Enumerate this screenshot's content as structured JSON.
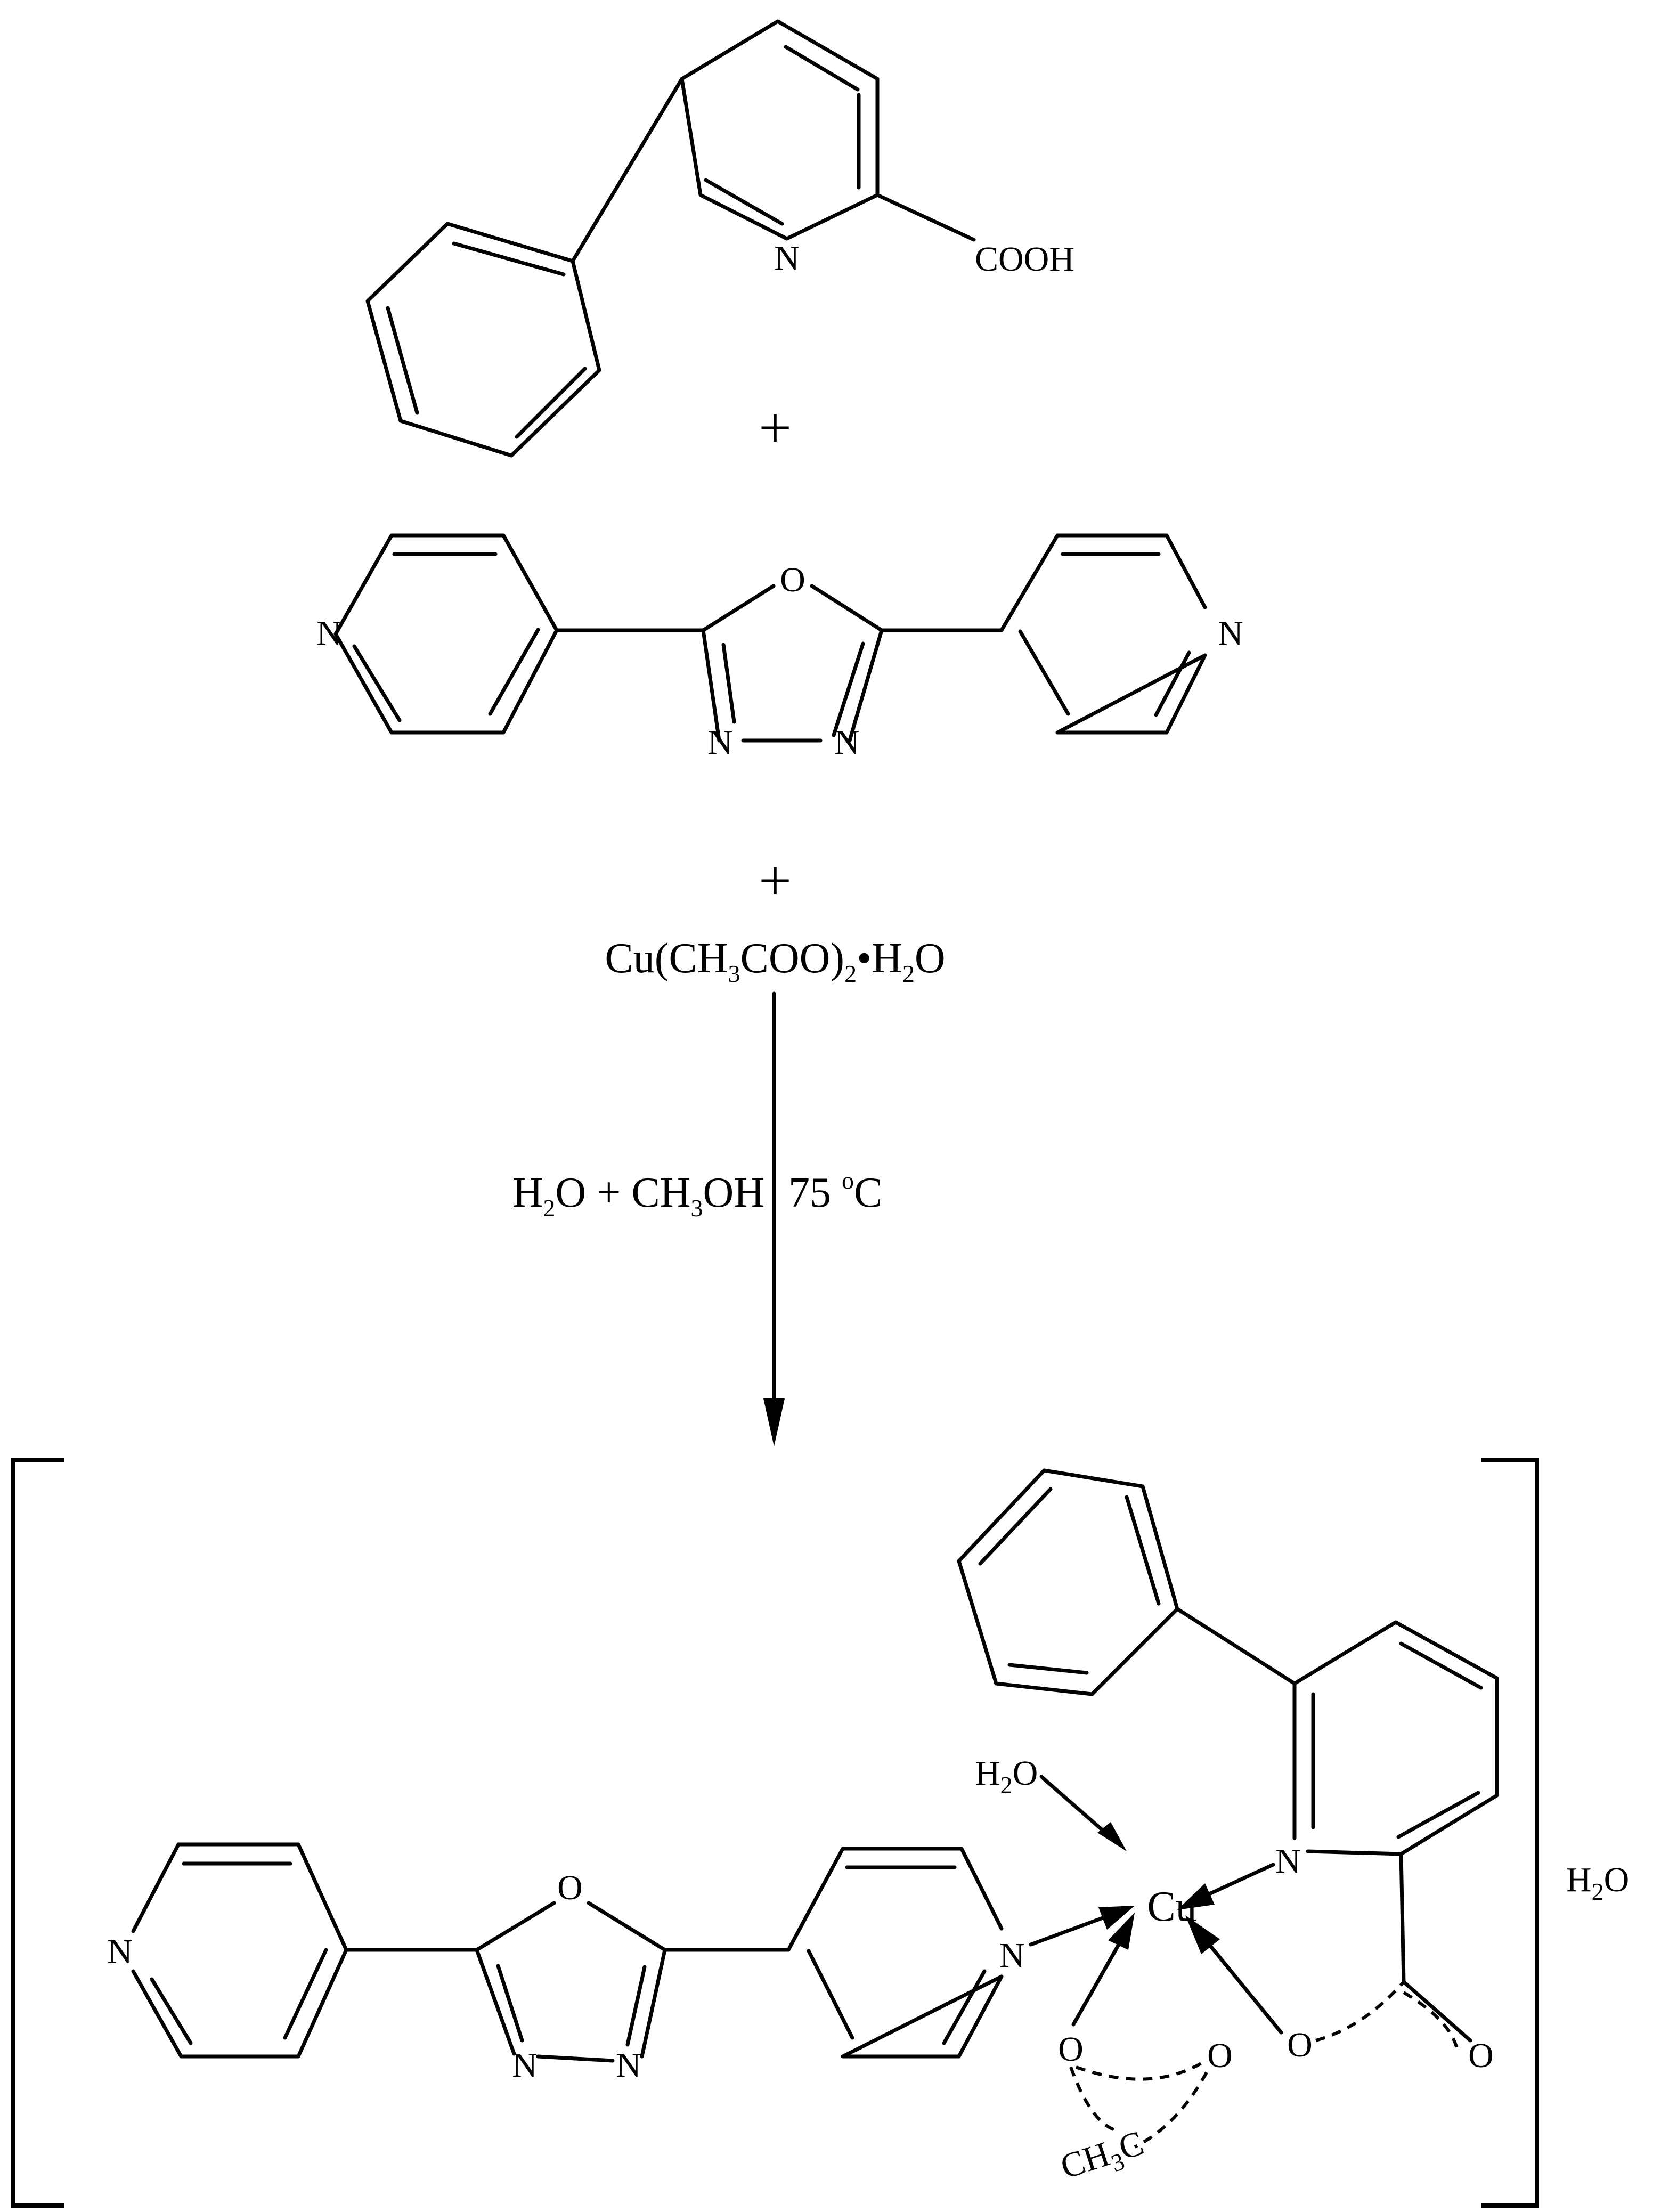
{
  "reactant1": {
    "substituent": "COOH",
    "ring_atom": "N"
  },
  "plus_sign": "+",
  "reactant2": {
    "ring_atom": "N",
    "oxygen": "O"
  },
  "reagent": {
    "pre": "Cu(CH",
    "sub1": "3",
    "mid": "COO)",
    "sub2": "2",
    "post": "•H",
    "sub3": "2",
    "end": "O"
  },
  "conditions": {
    "solvent_a": "H",
    "solvent_a_sub": "2",
    "solvent_a_end": "O + CH",
    "solvent_b_sub": "3",
    "solvent_b_end": "OH",
    "temperature": "75 ",
    "degree": "o",
    "unit": "C"
  },
  "product": {
    "metal": "Cu",
    "water_ligand": {
      "pre": "H",
      "sub": "2",
      "post": "O"
    },
    "acetate": {
      "o": "O",
      "c_pre": "CH",
      "c_sub": "3",
      "c_post": "C"
    },
    "lattice_water": {
      "pre": "H",
      "sub": "2",
      "post": "O"
    }
  }
}
